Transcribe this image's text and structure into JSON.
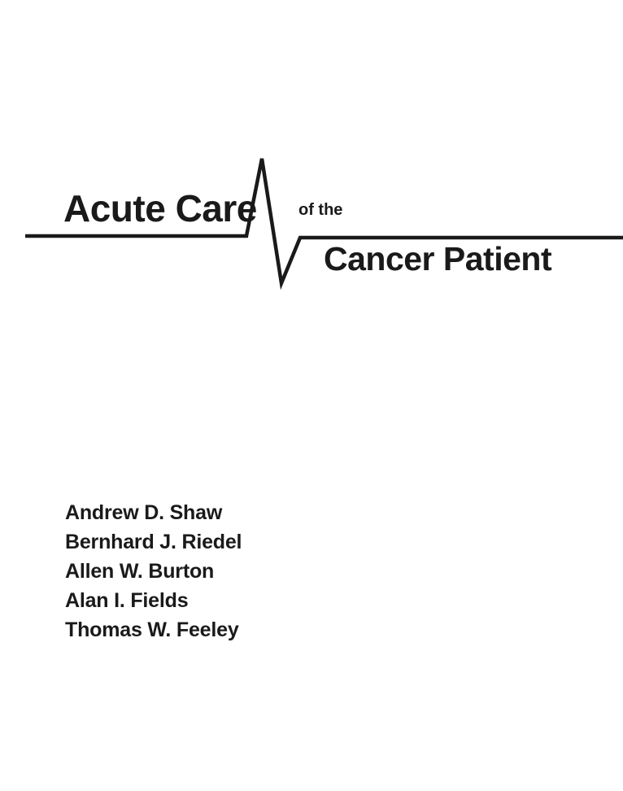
{
  "cover": {
    "background_color": "#ffffff",
    "ink_color": "#1a1a1a"
  },
  "title": {
    "line_1": "Acute Care",
    "connector": "of the",
    "line_2": "Cancer Patient",
    "full_title": "Acute Care of the Cancer Patient"
  },
  "graphic": {
    "name": "ecg-waveform",
    "description": "Electrocardiogram heartbeat trace forming the rule between the title lines",
    "stroke_color": "#1a1a1a",
    "stroke_width": 4
  },
  "authors": [
    {
      "name": "Andrew D. Shaw"
    },
    {
      "name": "Bernhard J. Riedel"
    },
    {
      "name": "Allen W. Burton"
    },
    {
      "name": "Alan I. Fields"
    },
    {
      "name": "Thomas W. Feeley"
    }
  ]
}
